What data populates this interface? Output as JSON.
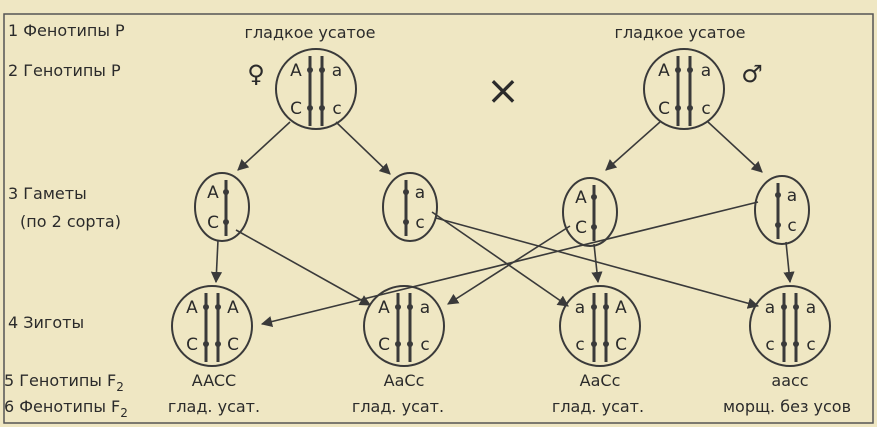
{
  "row_labels": {
    "phenotypes_p": "1 Фенотипы P",
    "genotypes_p": "2 Генотипы P",
    "gametes": "3 Гаметы",
    "gametes_sub": "(по 2 сорта)",
    "zygotes": "4 Зиготы",
    "genotypes_f2": "5 Генотипы F",
    "phenotypes_f2": "6 Фенотипы F",
    "f2_subscript": "2"
  },
  "parents": {
    "female": {
      "phenotype": "гладкое усатое",
      "symbol": "♀",
      "alleles": [
        "A",
        "a",
        "C",
        "c"
      ]
    },
    "male": {
      "phenotype": "гладкое усатое",
      "symbol": "♂",
      "alleles": [
        "A",
        "a",
        "C",
        "c"
      ]
    },
    "cross_symbol": "×"
  },
  "gametes": [
    {
      "alleles": [
        "A",
        "C"
      ]
    },
    {
      "alleles": [
        "a",
        "c"
      ]
    },
    {
      "alleles": [
        "A",
        "C"
      ]
    },
    {
      "alleles": [
        "a",
        "c"
      ]
    }
  ],
  "zygotes": [
    {
      "alleles": [
        "A",
        "A",
        "C",
        "C"
      ],
      "genotype": "AACC",
      "phenotype": "глад. усат."
    },
    {
      "alleles": [
        "A",
        "a",
        "C",
        "c"
      ],
      "genotype": "AaCc",
      "phenotype": "глад. усат."
    },
    {
      "alleles": [
        "a",
        "A",
        "c",
        "C"
      ],
      "genotype": "AaCc",
      "phenotype": "глад. усат."
    },
    {
      "alleles": [
        "a",
        "a",
        "c",
        "c"
      ],
      "genotype": "aacc",
      "phenotype": "морщ. без усов"
    }
  ]
}
